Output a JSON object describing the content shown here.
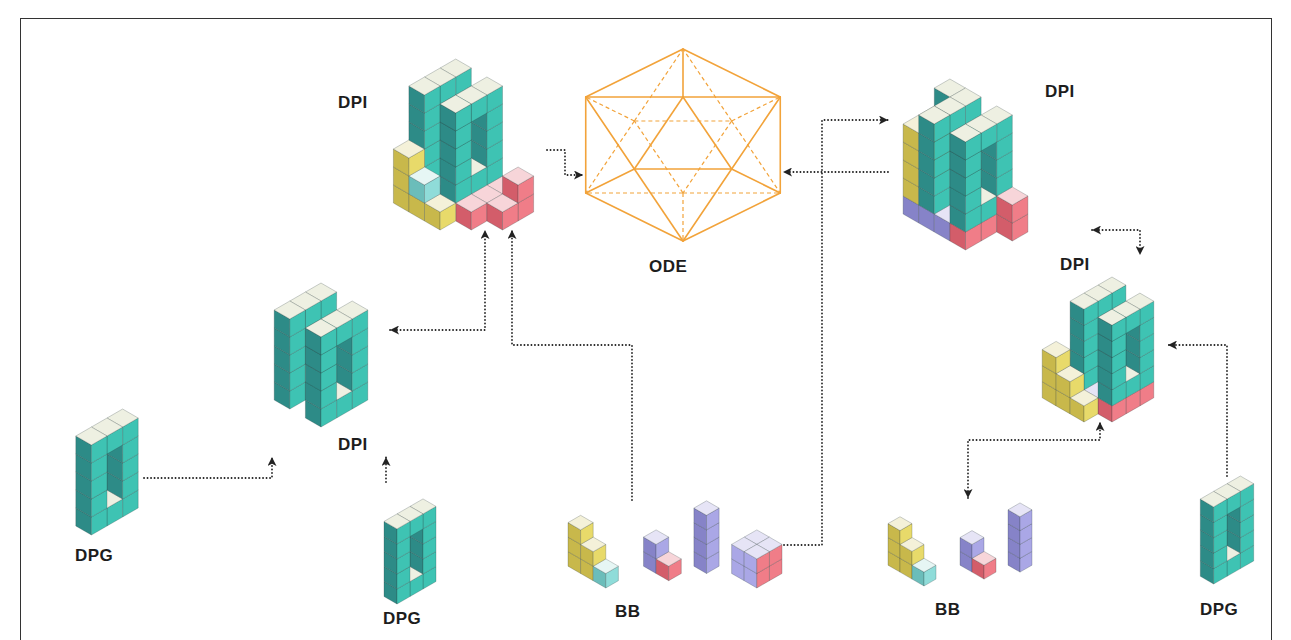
{
  "diagram": {
    "nodes": [
      {
        "text": [
          "DPI"
        ]
      },
      {
        "text": [
          "ODE"
        ]
      },
      {
        "text": [
          "DPI"
        ]
      },
      {
        "text": [
          "DPI"
        ]
      },
      {
        "text": [
          "DPI"
        ]
      },
      {
        "text": [
          "DPG"
        ]
      },
      {
        "text": [
          "DPG"
        ]
      },
      {
        "text": [
          "BB"
        ]
      },
      {
        "text": [
          "BB"
        ]
      },
      {
        "text": [
          "DPG"
        ]
      }
    ],
    "edges": [
      {
        "from": 5,
        "to": 3,
        "arrow": "to"
      },
      {
        "from": 6,
        "to": 3,
        "arrow": "to"
      },
      {
        "from": 3,
        "to": 0,
        "arrow": "both"
      },
      {
        "from": 7,
        "to": 0,
        "arrow": "to"
      },
      {
        "from": 0,
        "to": 1,
        "arrow": "to"
      },
      {
        "from": 2,
        "to": 1,
        "arrow": "to"
      },
      {
        "from": 7,
        "to": 2,
        "arrow": "to"
      },
      {
        "from": 2,
        "to": 4,
        "arrow": "both"
      },
      {
        "from": 9,
        "to": 4,
        "arrow": "to"
      },
      {
        "from": 8,
        "to": 4,
        "arrow": "both"
      }
    ]
  }
}
